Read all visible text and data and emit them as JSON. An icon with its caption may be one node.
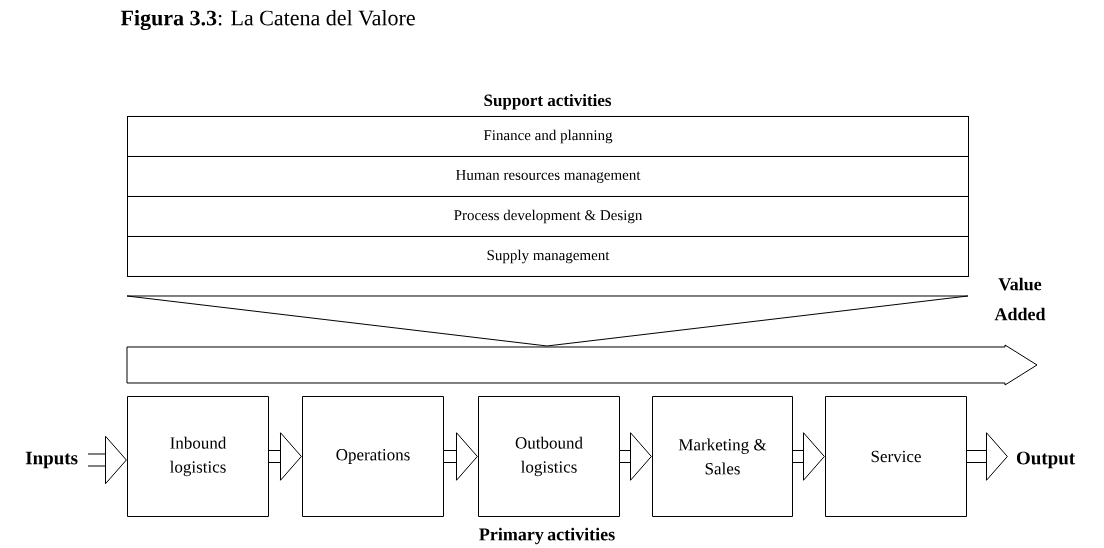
{
  "diagram": {
    "title": "**Figura 3.3**: La Catena del Valore",
    "nodes": [
      {
        "text": [
          "Support activities"
        ]
      },
      {
        "text": [
          "Finance and planning"
        ],
        "in": 0
      },
      {
        "text": [
          "Human resources management"
        ],
        "in": 0
      },
      {
        "text": [
          "Process development & Design"
        ],
        "in": 0
      },
      {
        "text": [
          "Supply management"
        ],
        "in": 0
      },
      {
        "text": [
          "Inputs"
        ]
      },
      {
        "text": [
          "Inbound logistics"
        ]
      },
      {
        "text": [
          "Operations"
        ]
      },
      {
        "text": [
          "Outbound logistics"
        ]
      },
      {
        "text": [
          "Marketing & Sales"
        ]
      },
      {
        "text": [
          "Service"
        ]
      },
      {
        "text": [
          "Output"
        ]
      }
    ],
    "edges": [
      {
        "from": 5,
        "to": 6,
        "arrow": "to"
      },
      {
        "from": 6,
        "to": 7,
        "arrow": "to"
      },
      {
        "from": 7,
        "to": 8,
        "arrow": "to"
      },
      {
        "from": 8,
        "to": 9,
        "arrow": "to"
      },
      {
        "from": 9,
        "to": 10,
        "arrow": "to"
      },
      {
        "from": 10,
        "to": 11,
        "arrow": "to"
      }
    ],
    "labels": [
      "Value Added",
      "Primary activities"
    ]
  }
}
